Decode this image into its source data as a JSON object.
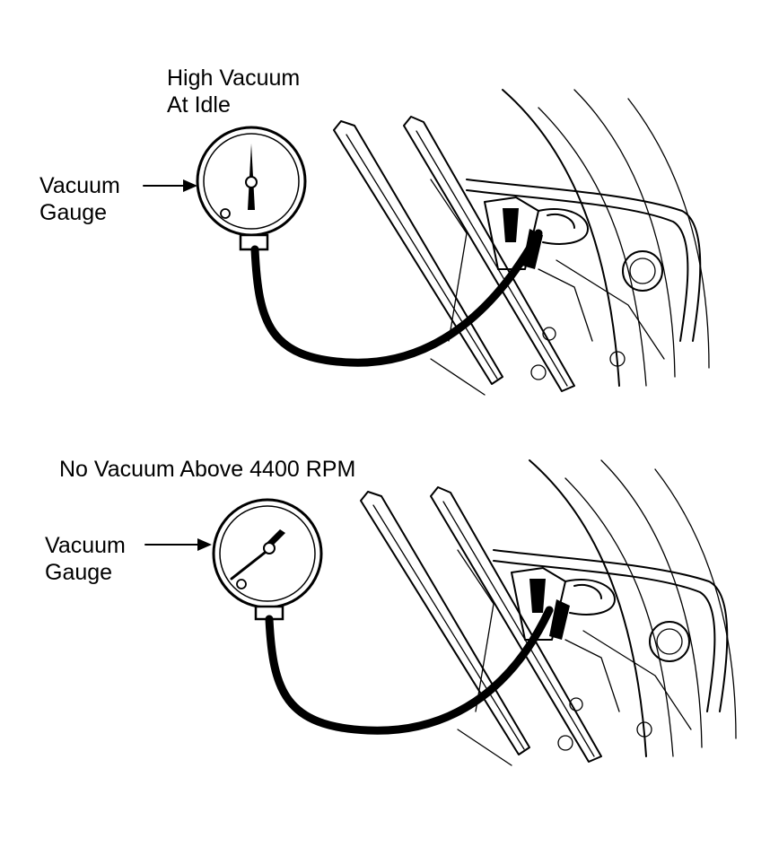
{
  "top_panel": {
    "reading_title_line1": "High Vacuum",
    "reading_title_line2": "At Idle",
    "gauge_label_line1": "Vacuum",
    "gauge_label_line2": "Gauge"
  },
  "bottom_panel": {
    "reading_title": "No Vacuum Above 4400 RPM",
    "gauge_label_line1": "Vacuum",
    "gauge_label_line2": "Gauge"
  }
}
